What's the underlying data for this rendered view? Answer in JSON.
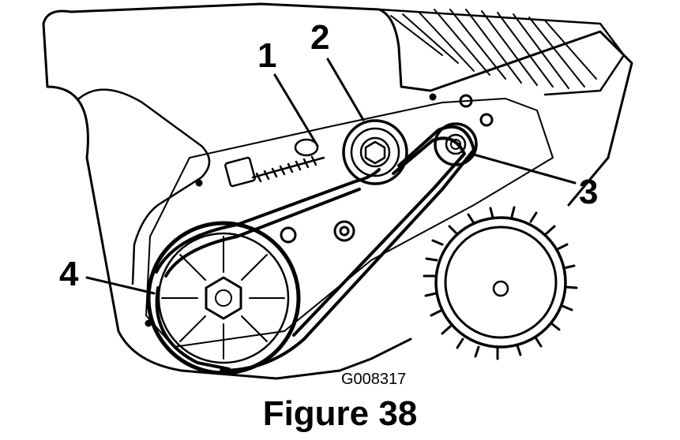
{
  "diagram": {
    "callouts": [
      "1",
      "2",
      "3",
      "4"
    ],
    "image_code": "G008317"
  },
  "caption": "Figure 38"
}
